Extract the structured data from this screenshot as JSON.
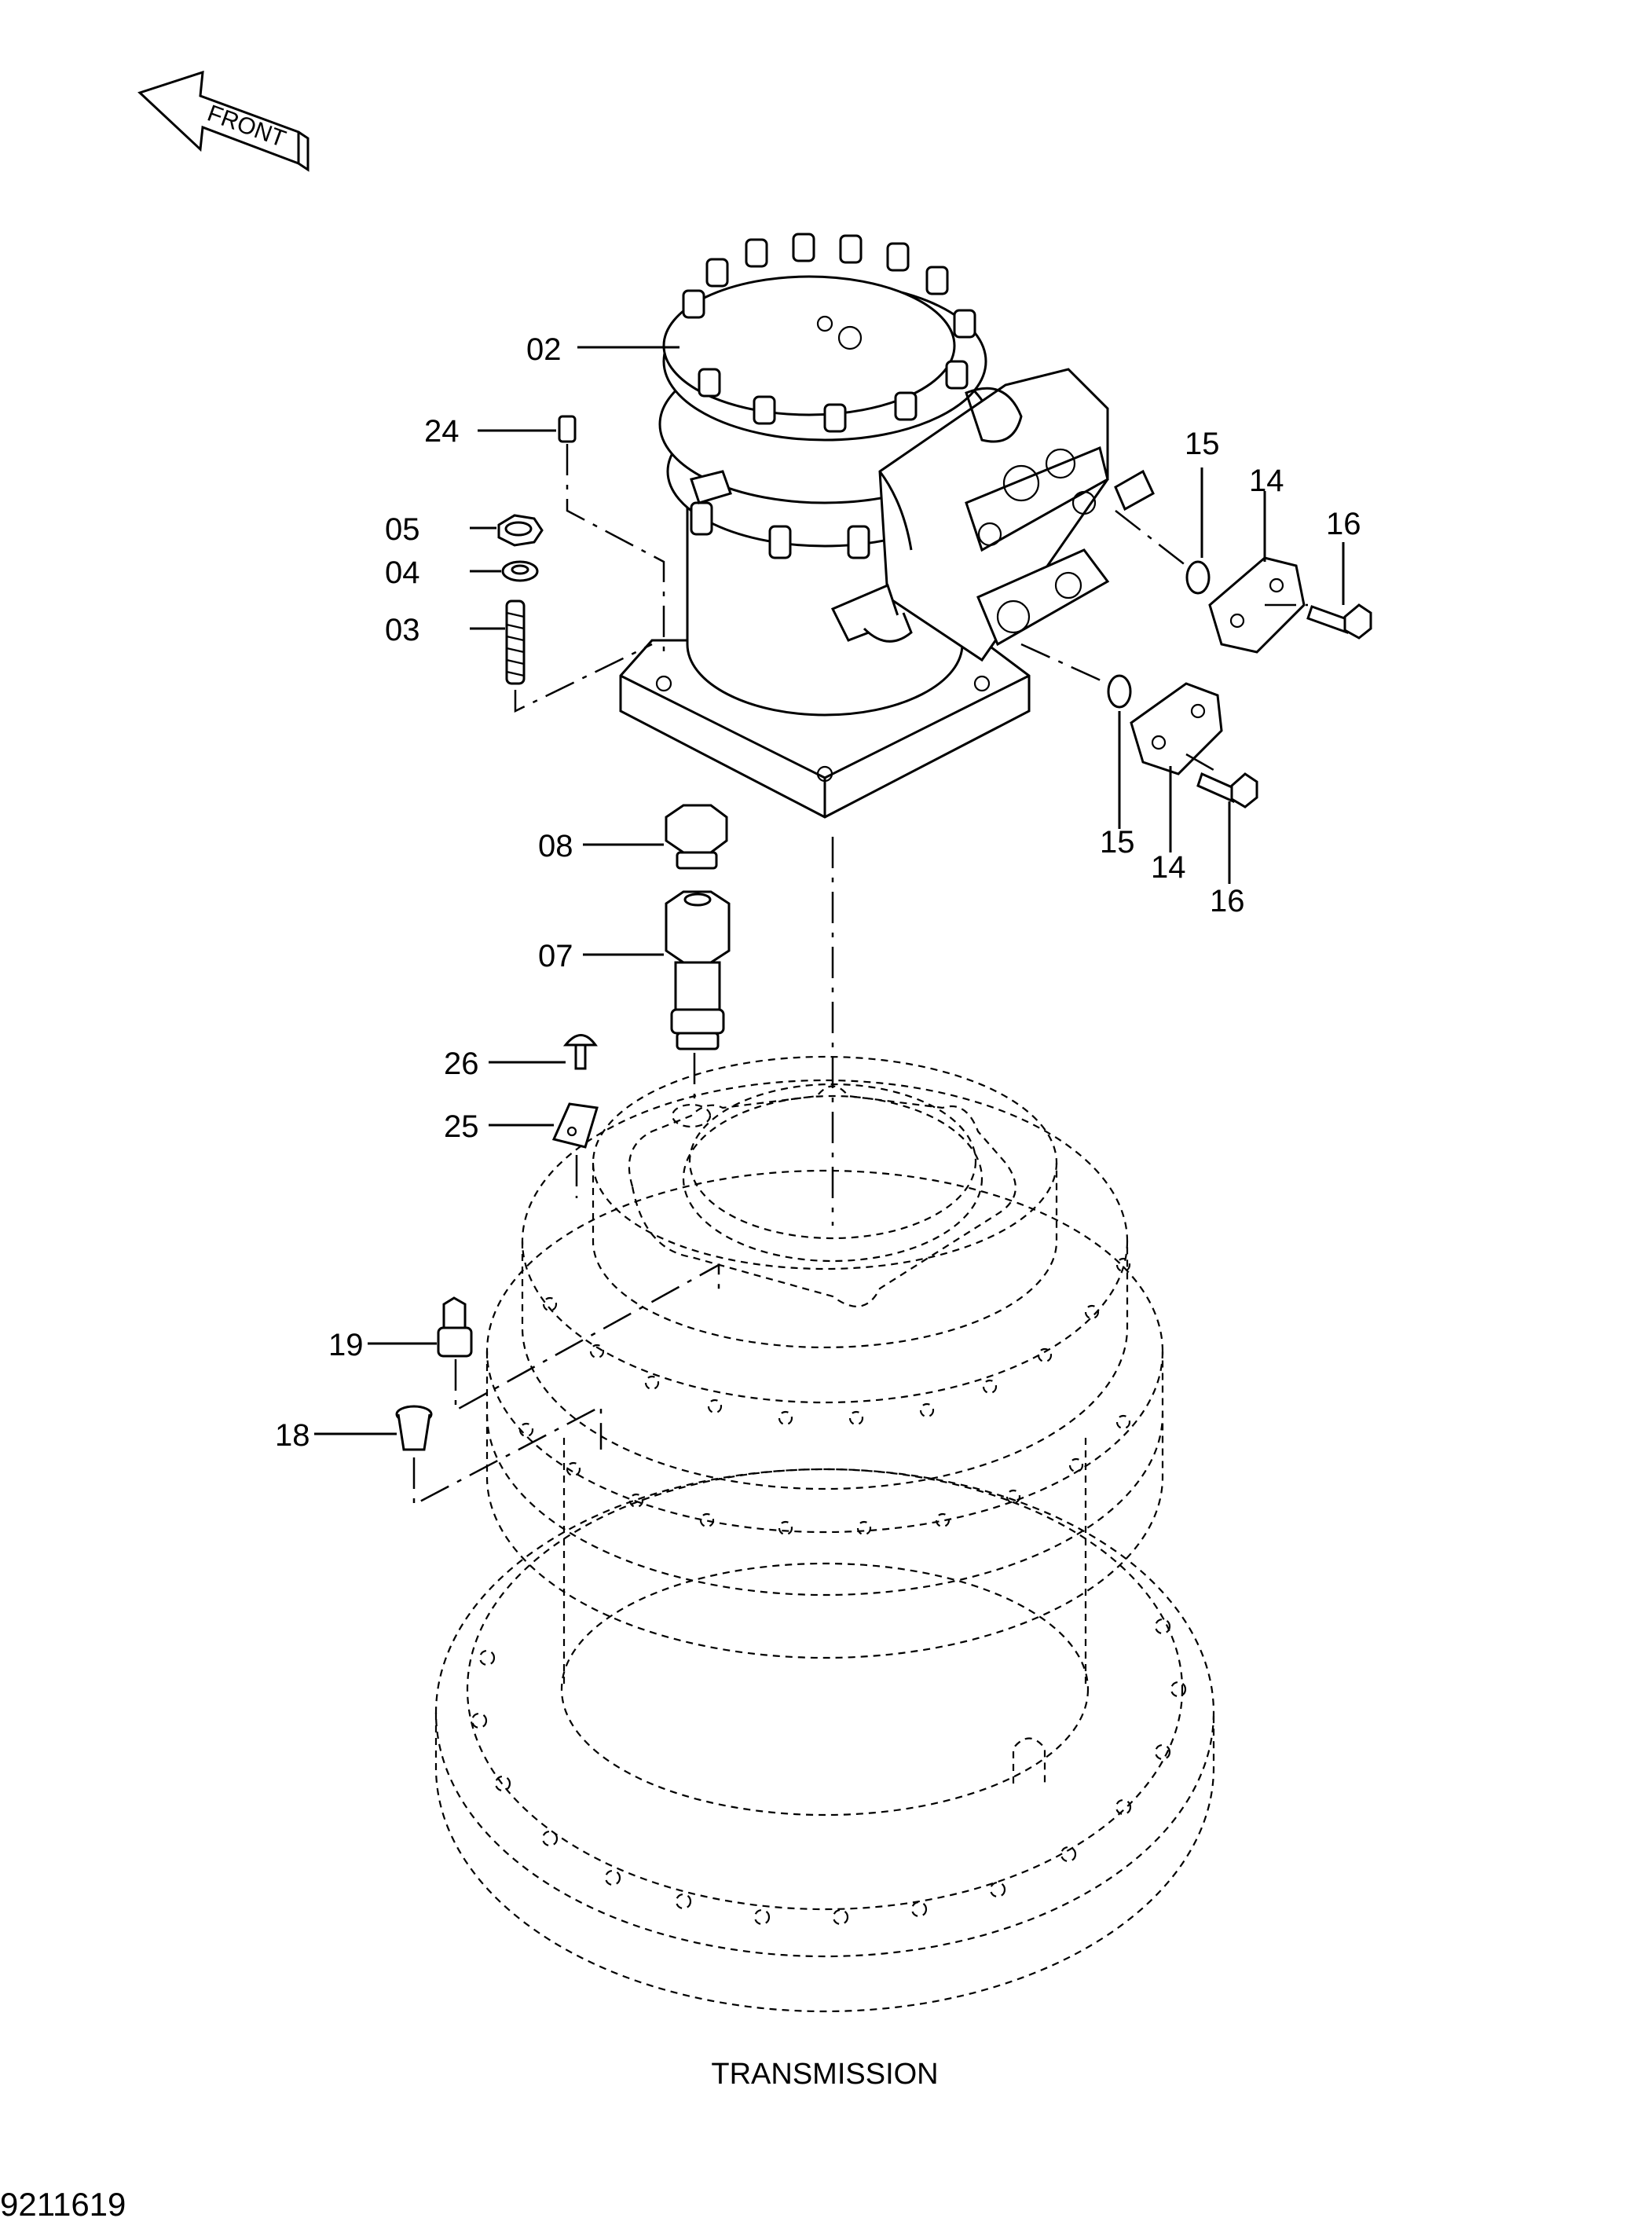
{
  "direction_marker": {
    "text": "FRONT"
  },
  "callouts": {
    "c02": "02",
    "c24": "24",
    "c05": "05",
    "c04": "04",
    "c03": "03",
    "c08": "08",
    "c07": "07",
    "c26": "26",
    "c25": "25",
    "c19": "19",
    "c18": "18",
    "c15a": "15",
    "c14a": "14",
    "c16a": "16",
    "c15b": "15",
    "c14b": "14",
    "c16b": "16"
  },
  "caption": "TRANSMISSION",
  "drawing_number": "9211619"
}
